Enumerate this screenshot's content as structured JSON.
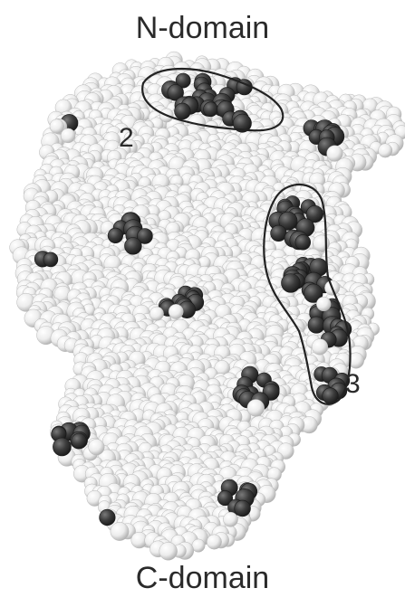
{
  "labels": {
    "top_domain": "N-domain",
    "bottom_domain": "C-domain",
    "region_2": "2",
    "region_3": "3"
  },
  "colors": {
    "background": "#ffffff",
    "atom_light": "#f2f2f2",
    "atom_light_edge": "#b8b8b8",
    "atom_dark": "#3a3a3a",
    "atom_dark_edge": "#1a1a1a",
    "outline": "#222222"
  }
}
